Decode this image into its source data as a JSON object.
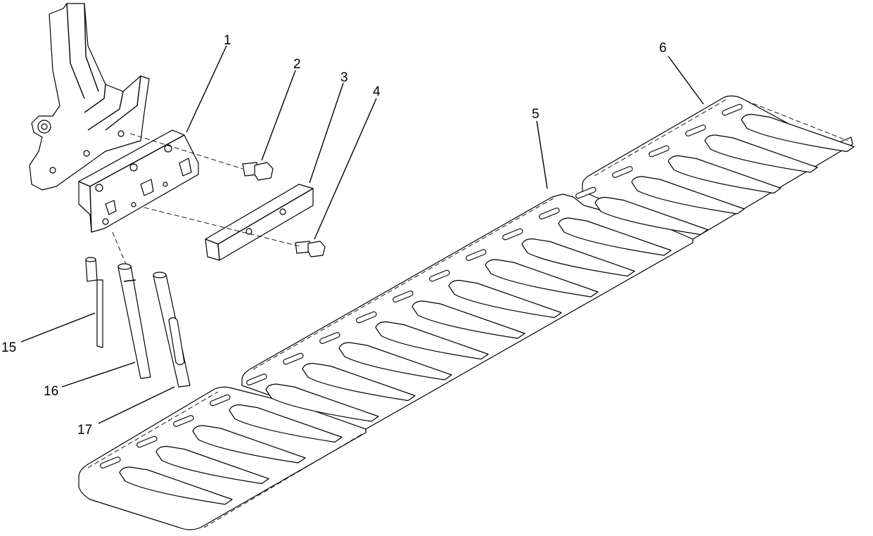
{
  "callouts": {
    "c1": "1",
    "c2": "2",
    "c3": "3",
    "c4": "4",
    "c5": "5",
    "c6": "6",
    "c15": "15",
    "c16": "16",
    "c17": "17"
  }
}
